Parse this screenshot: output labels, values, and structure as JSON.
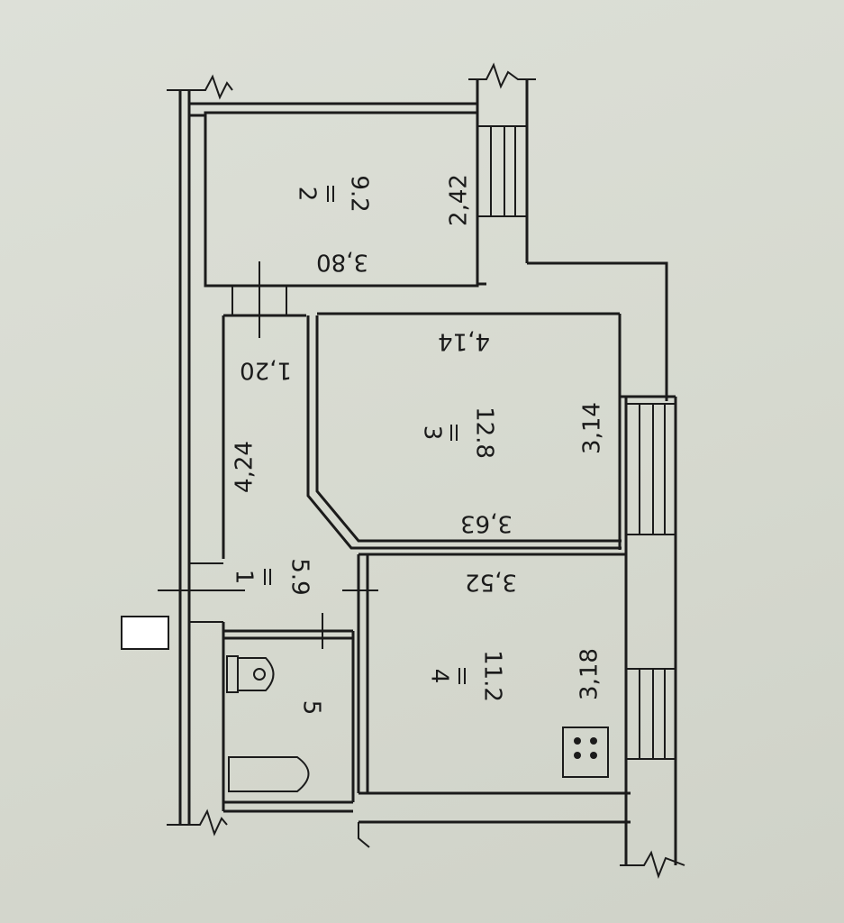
{
  "rooms": [
    {
      "number": "2",
      "area": "9.2"
    },
    {
      "number": "3",
      "area": "12.8"
    },
    {
      "number": "1",
      "area": "5.9"
    },
    {
      "number": "4",
      "area": "11.2"
    },
    {
      "number": "5"
    }
  ],
  "dimensions": {
    "room2_length": "3,80",
    "room2_width": "2,42",
    "room3_top": "4,14",
    "room3_side": "3,14",
    "room3_bottom": "3,63",
    "hall_top": "1,20",
    "hall_side": "4,24",
    "room4_top": "3,52",
    "room4_side": "3,18"
  },
  "colors": {
    "paper": "#d9dcd3",
    "ink": "#1b1b1b"
  },
  "fixtures": [
    "toilet-icon",
    "bathtub-icon",
    "stove-icon"
  ]
}
